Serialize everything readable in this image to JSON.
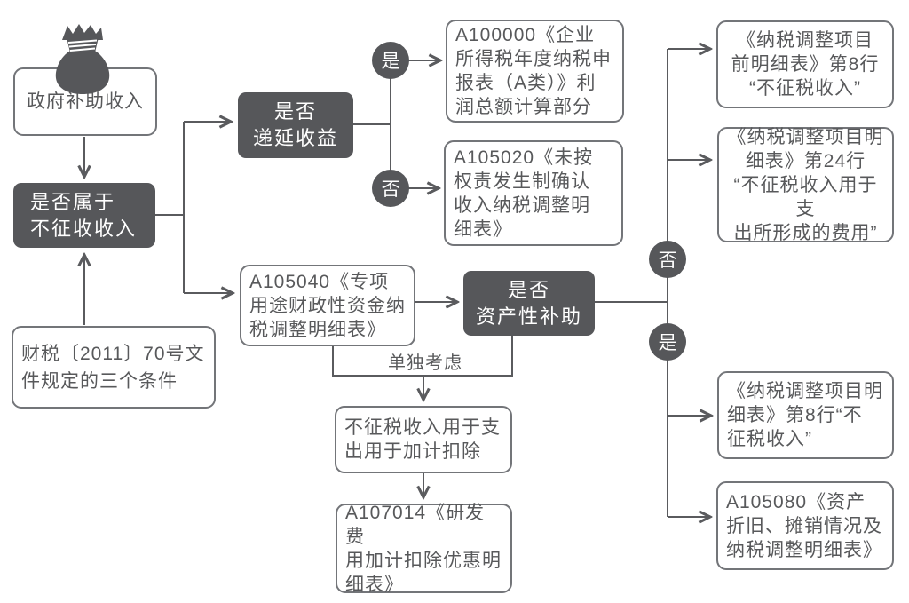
{
  "colors": {
    "node_fill_dark": "#56575a",
    "box_border": "#737579",
    "text": "#58595b",
    "line": "#5a5b5e",
    "background": "#ffffff"
  },
  "flowchart": {
    "nodes": {
      "gov_income": "政府补助收入",
      "non_taxable_question": "是否属于\n不征收收入",
      "caishui_doc": "财税〔2011〕70号文\n件规定的三个条件",
      "deferred_income_question": "是否\n递延收益",
      "a100000": "A100000《企业\n所得税年度纳税申\n报表（A类）》利\n润总额计算部分",
      "a105020": "A105020《未按\n权责发生制确认\n收入纳税调整明\n细表》",
      "a105040": "A105040《专项\n用途财政性资金纳\n税调整明细表》",
      "asset_subsidy_question": "是否\n资产性补助",
      "adjust_front_row8": "《纳税调整项目\n前明细表》第8行\n“不征税收入”",
      "adjust_row24": "《纳税调整项目明\n细表》第24行\n“不征税收入用于支\n出所形成的费用”",
      "adjust_row8": "《纳税调整项目明\n细表》第8行“不\n征税收入”",
      "a105080": "A105080《资产\n折旧、摊销情况及\n纳税调整明细表》",
      "deduction_use": "不征税收入用于支\n出用于加计扣除",
      "a107014": "A107014《研发费\n用加计扣除优惠明\n细表》"
    },
    "branch_labels": {
      "deferred_yes": "是",
      "deferred_no": "否",
      "asset_no": "否",
      "asset_yes": "是",
      "separate_consideration": "单独考虑"
    },
    "icons": {
      "money_bag": "money-bag"
    }
  }
}
